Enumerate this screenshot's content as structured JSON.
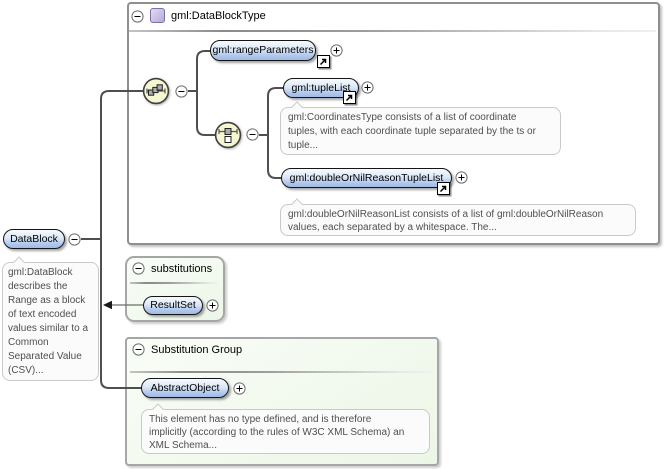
{
  "root_element": {
    "label": "DataBlock",
    "annotation": "gml:DataBlock\ndescribes the\nRange as a block\nof text encoded\nvalues similar to a\nCommon\nSeparated Value\n(CSV)..."
  },
  "type_box": {
    "title": "gml:DataBlockType",
    "range_parameters": {
      "label": "gml:rangeParameters"
    },
    "tuple_list": {
      "label": "gml:tupleList",
      "annotation": "gml:CoordinatesType consists of a list of coordinate\ntuples, with each coordinate tuple separated by the ts or\ntuple..."
    },
    "double_or_nil": {
      "label": "gml:doubleOrNilReasonTupleList",
      "annotation": "gml:doubleOrNilReasonList consists of a list of gml:doubleOrNilReason\nvalues, each separated by a whitespace. The..."
    }
  },
  "substitutions_box": {
    "title": "substitutions",
    "element_label": "ResultSet"
  },
  "substitution_group_box": {
    "title": "Substitution Group",
    "element_label": "AbstractObject",
    "annotation": "This element has no type defined, and is therefore\nimplicitly (according to the rules of W3C XML Schema) an\nXML Schema..."
  },
  "icons": {
    "collapse": "minus-circle",
    "expand": "plus-circle",
    "reference": "ne-arrow-square",
    "sequence": "sequence-compositor",
    "choice": "choice-compositor",
    "complex_type": "purple-type-square"
  },
  "colors": {
    "element_gradient_top": "#f6fafe",
    "element_gradient_bottom": "#9fbae6",
    "element_border": "#151515",
    "compositor_fill": "#f6f6d2",
    "group_box_fill": "#f0f8ee",
    "group_box_border": "#a6a6a6",
    "type_box_border": "#8f8f8f",
    "type_icon_fill": "#c3b8e0",
    "connector": "#4f4f4f",
    "annotation_text": "#4f4f4f"
  }
}
